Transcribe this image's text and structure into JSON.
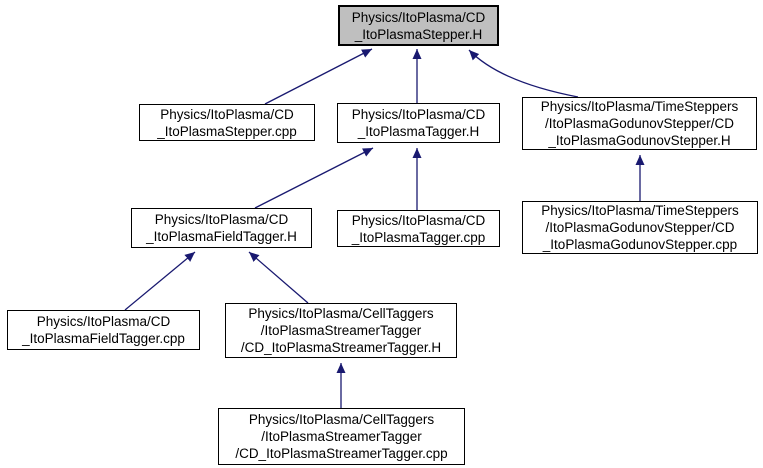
{
  "diagram": {
    "edge_color": "#191970",
    "highlight_fill": "#bfbfbf",
    "node_fill": "#ffffff",
    "node_border": "#000000",
    "nodes": {
      "stepper_h": {
        "lines": [
          "Physics/ItoPlasma/CD",
          "_ItoPlasmaStepper.H"
        ],
        "highlighted": true
      },
      "stepper_cpp": {
        "lines": [
          "Physics/ItoPlasma/CD",
          "_ItoPlasmaStepper.cpp"
        ],
        "highlighted": false
      },
      "tagger_h": {
        "lines": [
          "Physics/ItoPlasma/CD",
          "_ItoPlasmaTagger.H"
        ],
        "highlighted": false
      },
      "godunov_h": {
        "lines": [
          "Physics/ItoPlasma/TimeSteppers",
          "/ItoPlasmaGodunovStepper/CD",
          "_ItoPlasmaGodunovStepper.H"
        ],
        "highlighted": false
      },
      "fieldtagger_h": {
        "lines": [
          "Physics/ItoPlasma/CD",
          "_ItoPlasmaFieldTagger.H"
        ],
        "highlighted": false
      },
      "tagger_cpp": {
        "lines": [
          "Physics/ItoPlasma/CD",
          "_ItoPlasmaTagger.cpp"
        ],
        "highlighted": false
      },
      "godunov_cpp": {
        "lines": [
          "Physics/ItoPlasma/TimeSteppers",
          "/ItoPlasmaGodunovStepper/CD",
          "_ItoPlasmaGodunovStepper.cpp"
        ],
        "highlighted": false
      },
      "fieldtagger_cpp": {
        "lines": [
          "Physics/ItoPlasma/CD",
          "_ItoPlasmaFieldTagger.cpp"
        ],
        "highlighted": false
      },
      "streamer_h": {
        "lines": [
          "Physics/ItoPlasma/CellTaggers",
          "/ItoPlasmaStreamerTagger",
          "/CD_ItoPlasmaStreamerTagger.H"
        ],
        "highlighted": false
      },
      "streamer_cpp": {
        "lines": [
          "Physics/ItoPlasma/CellTaggers",
          "/ItoPlasmaStreamerTagger",
          "/CD_ItoPlasmaStreamerTagger.cpp"
        ],
        "highlighted": false
      }
    },
    "edges": [
      {
        "from": "stepper_cpp",
        "to": "stepper_h"
      },
      {
        "from": "tagger_h",
        "to": "stepper_h"
      },
      {
        "from": "godunov_h",
        "to": "stepper_h"
      },
      {
        "from": "fieldtagger_h",
        "to": "tagger_h"
      },
      {
        "from": "tagger_cpp",
        "to": "tagger_h"
      },
      {
        "from": "godunov_cpp",
        "to": "godunov_h"
      },
      {
        "from": "fieldtagger_cpp",
        "to": "fieldtagger_h"
      },
      {
        "from": "streamer_h",
        "to": "fieldtagger_h"
      },
      {
        "from": "streamer_cpp",
        "to": "streamer_h"
      }
    ]
  }
}
